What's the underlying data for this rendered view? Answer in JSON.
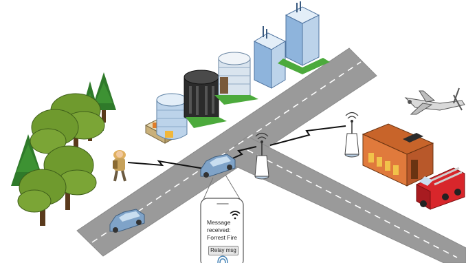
{
  "phone": {
    "message_line1": "Message",
    "message_line2": "received:",
    "message_line3": "Forrest Fire",
    "relay_button": "Relay msg"
  },
  "colors": {
    "road": "#9a9a9a",
    "road_edge": "#7d7d7d",
    "lane_mark": "#ffffff",
    "car": "#7fa3c8",
    "tree_dark": "#2f7a2a",
    "tree_light": "#6f9a2e",
    "building_glass": "#bcd3ea",
    "building_dark": "#2b2b2b",
    "fire_truck": "#d8262b",
    "station_roof": "#c8642a",
    "wireless_link": "#111111"
  },
  "icons": [
    "tree-icon",
    "hiker-icon",
    "car-icon",
    "access-point-icon",
    "building-icon",
    "fire-station-icon",
    "fire-truck-icon",
    "drone-icon",
    "smartphone-icon",
    "wifi-icon"
  ]
}
